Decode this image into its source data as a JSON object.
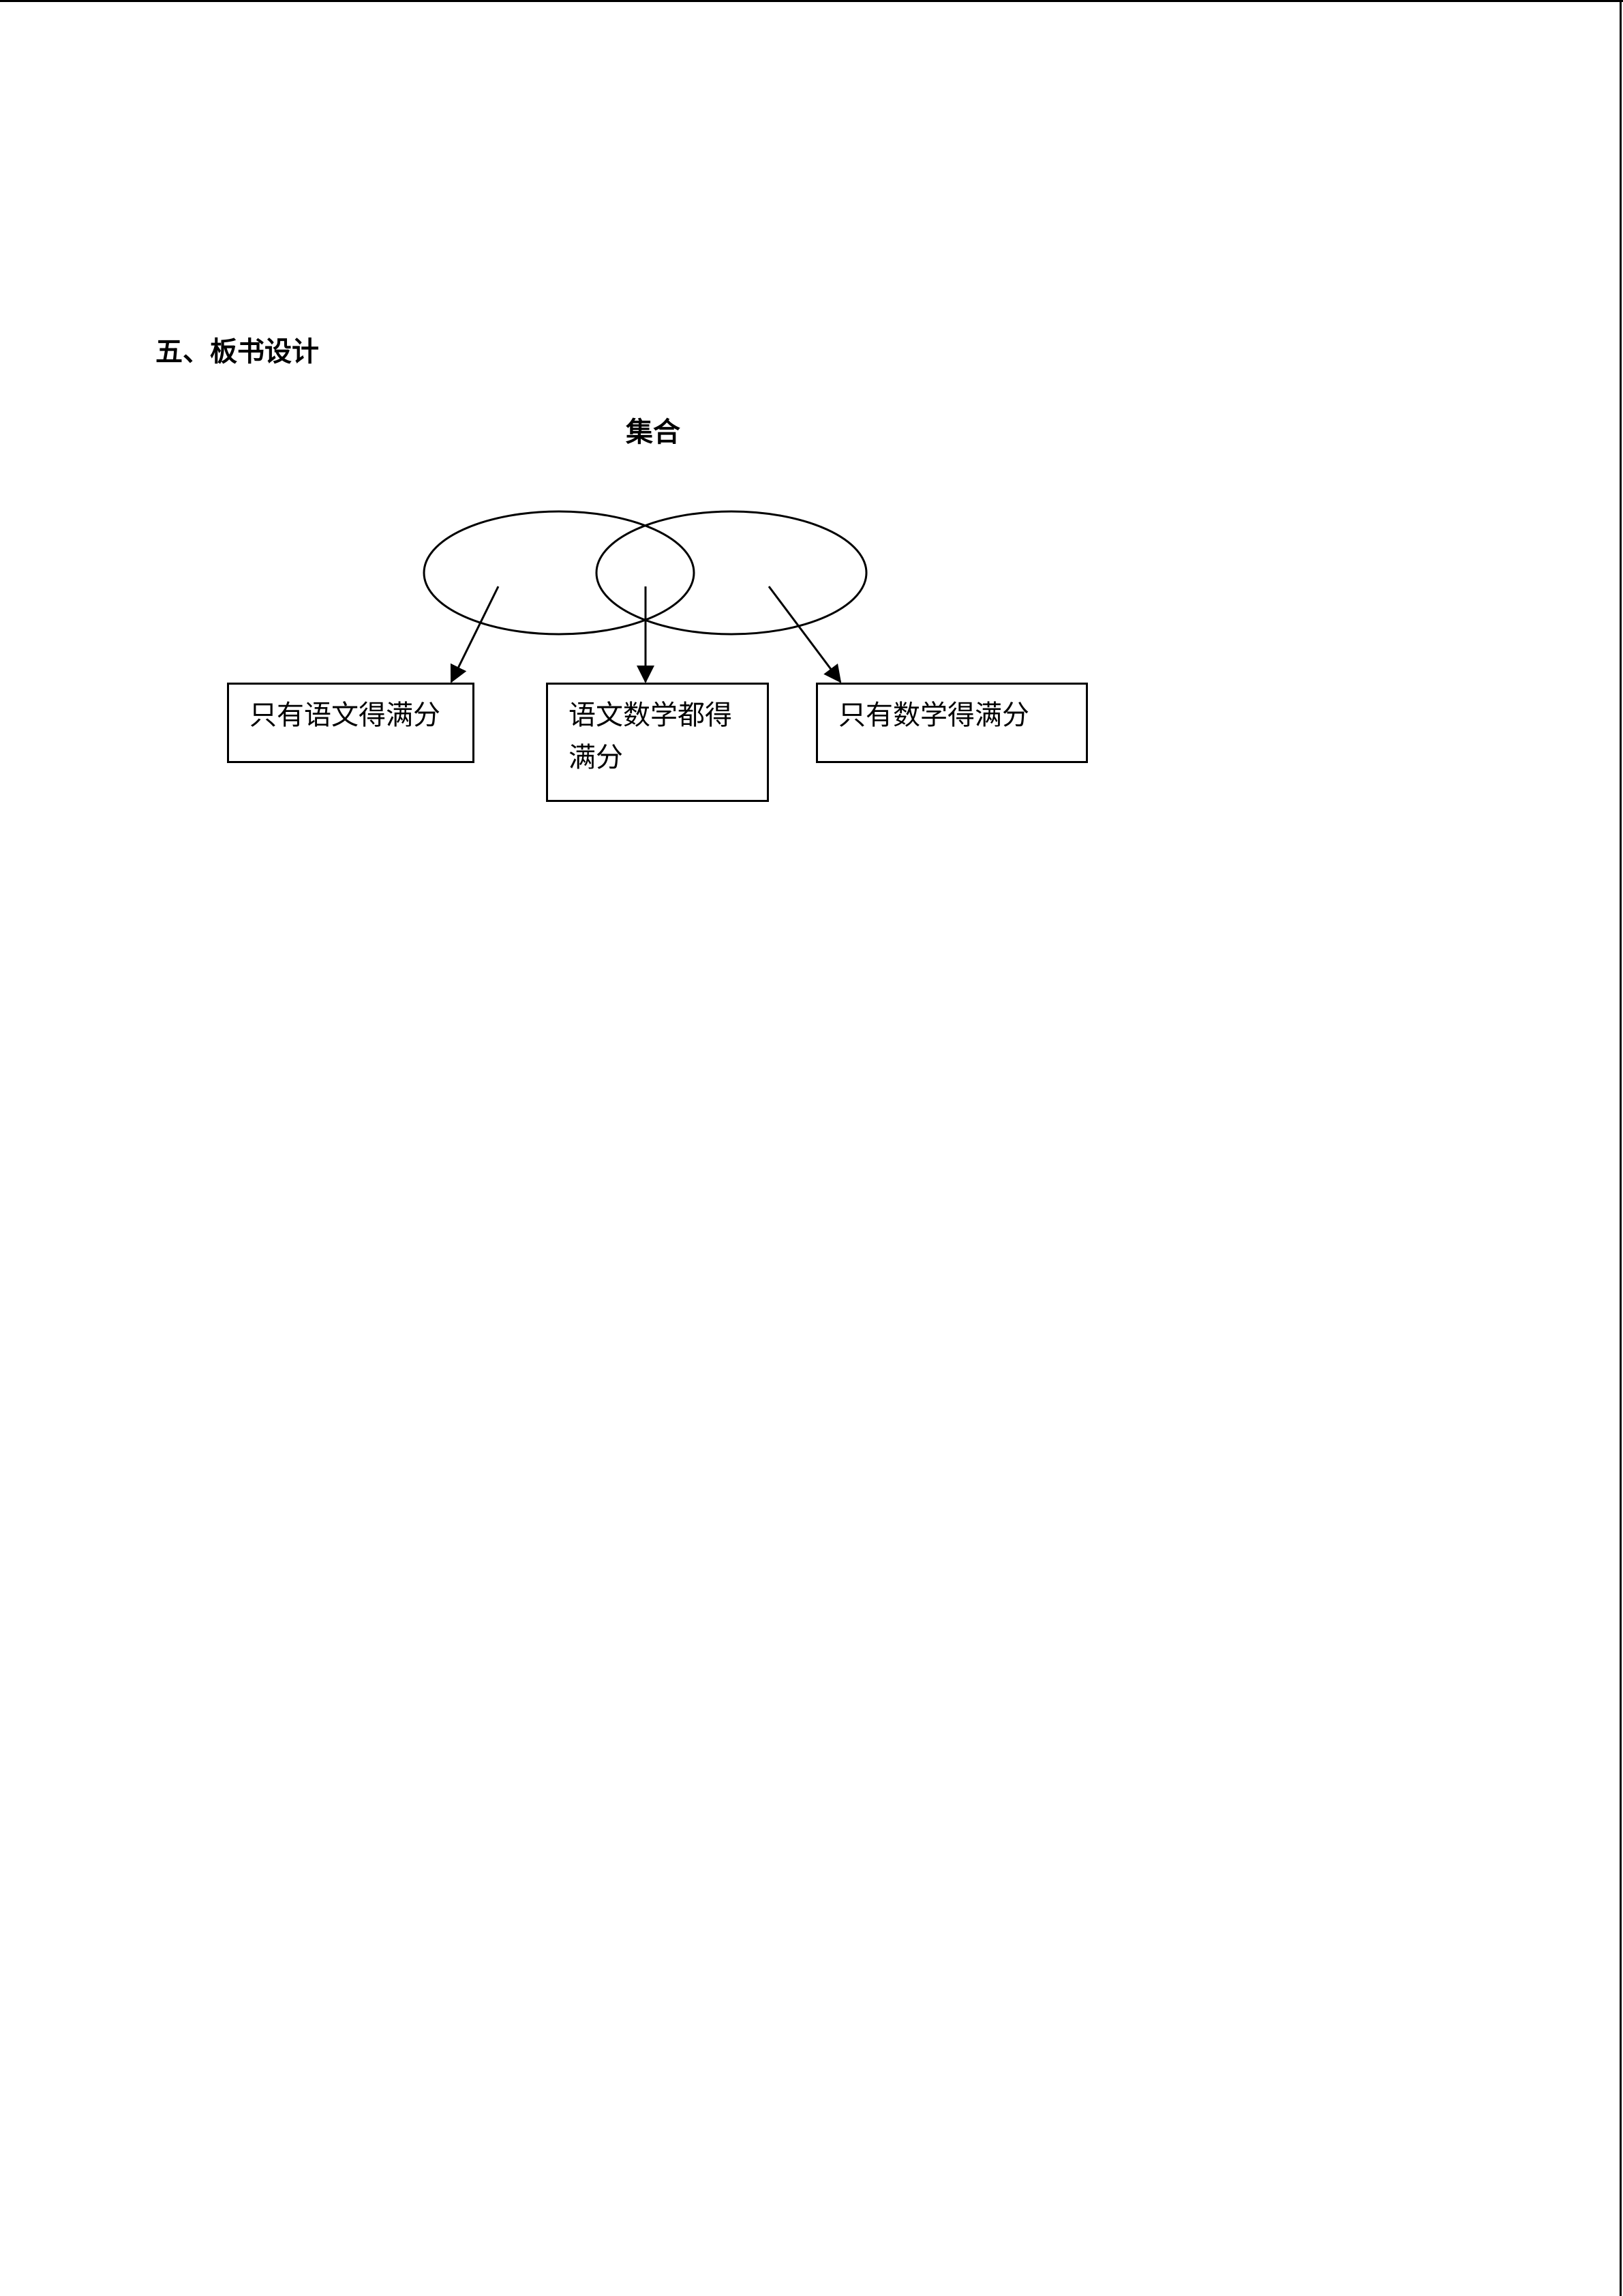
{
  "document": {
    "section_heading": "五、板书设计",
    "diagram": {
      "title": "集合",
      "boxes": {
        "left": "只有语文得满分",
        "middle": "语文数学都得满分",
        "right": "只有数学得满分"
      }
    }
  }
}
